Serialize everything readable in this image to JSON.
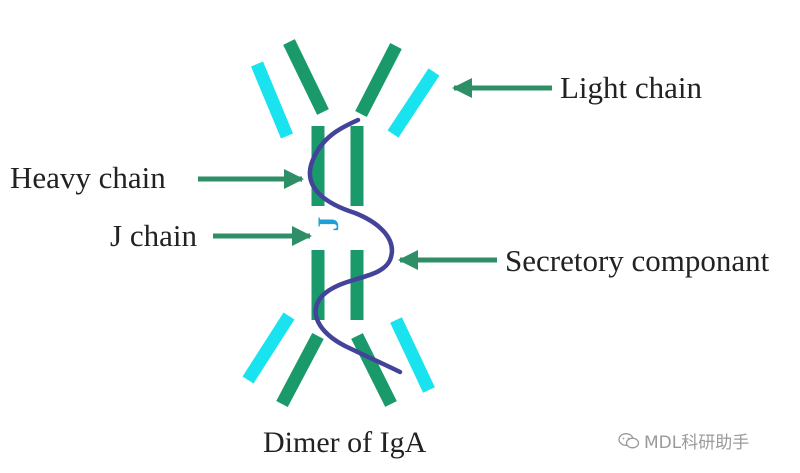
{
  "labels": {
    "light_chain": "Light chain",
    "heavy_chain": "Heavy chain",
    "j_chain": "J chain",
    "secretory": "Secretory componant",
    "j_letter": "J",
    "caption": "Dimer of IgA"
  },
  "watermark": {
    "text": "MDL科研助手",
    "icon": "wechat-icon"
  },
  "colors": {
    "heavy": "#1a9a6a",
    "light": "#19e3ef",
    "secretory": "#43439a",
    "arrow": "#2e8f67",
    "j_letter": "#1e9fd8",
    "text": "#222222"
  }
}
